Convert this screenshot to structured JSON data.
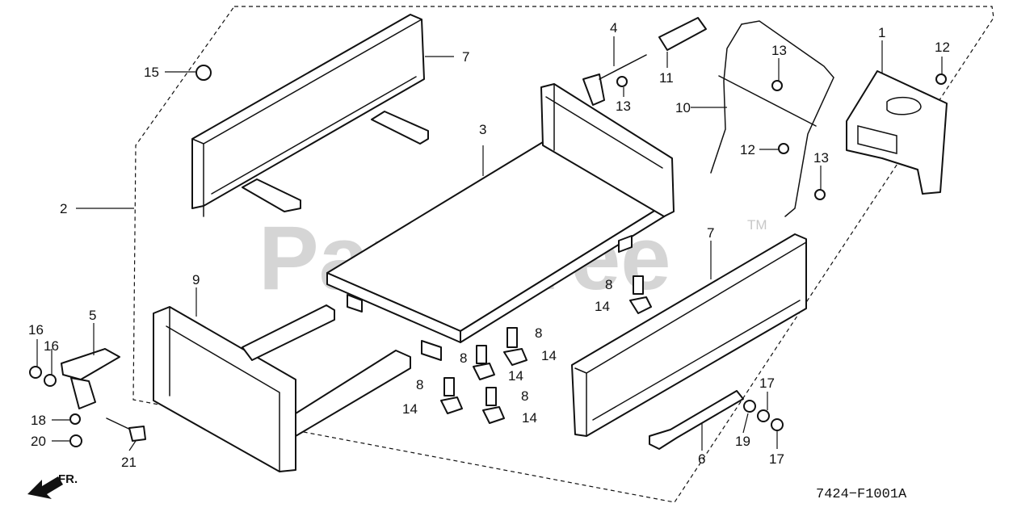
{
  "watermark": {
    "text": "PartsTree",
    "trademark": "TM"
  },
  "diagram_code": "7424−F1001A",
  "direction": {
    "label": "FR.",
    "icon": "front-arrow-icon"
  },
  "callouts": {
    "c1": "1",
    "c2": "2",
    "c3": "3",
    "c4": "4",
    "c5": "5",
    "c6": "6",
    "c7a": "7",
    "c7b": "7",
    "c8a": "8",
    "c8b": "8",
    "c8c": "8",
    "c8d": "8",
    "c8e": "8",
    "c9": "9",
    "c10": "10",
    "c11": "11",
    "c12a": "12",
    "c12b": "12",
    "c13a": "13",
    "c13b": "13",
    "c13c": "13",
    "c14a": "14",
    "c14b": "14",
    "c14c": "14",
    "c14d": "14",
    "c14e": "14",
    "c15": "15",
    "c16a": "16",
    "c16b": "16",
    "c17a": "17",
    "c17b": "17",
    "c18": "18",
    "c19": "19",
    "c20": "20",
    "c21": "21"
  }
}
